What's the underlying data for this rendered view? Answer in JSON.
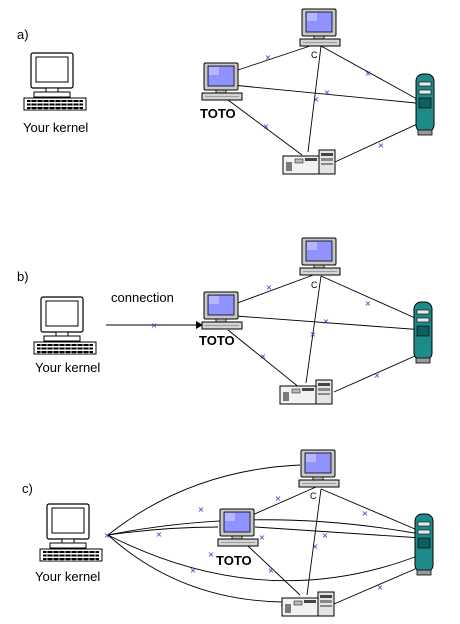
{
  "colors": {
    "link_stroke": "#000000",
    "cross_marker": "#2a2ad0",
    "monitor_screen": "#8f92ff",
    "tower_teal": "#1e8b8b"
  },
  "icons": [
    "desktop-computer-icon",
    "monitor-icon",
    "tower-server-icon",
    "desktop-box-icon",
    "cross-marker-icon",
    "arrow-head-icon"
  ],
  "panels": [
    {
      "id": "a",
      "label": "a)",
      "kernel_label": "Your kernel",
      "toto_label": "TOTO",
      "c_label": "C",
      "connection_label": ""
    },
    {
      "id": "b",
      "label": "b)",
      "kernel_label": "Your kernel",
      "toto_label": "TOTO",
      "c_label": "C",
      "connection_label": "connection"
    },
    {
      "id": "c",
      "label": "c)",
      "kernel_label": "Your kernel",
      "toto_label": "TOTO",
      "c_label": "C",
      "connection_label": ""
    }
  ]
}
